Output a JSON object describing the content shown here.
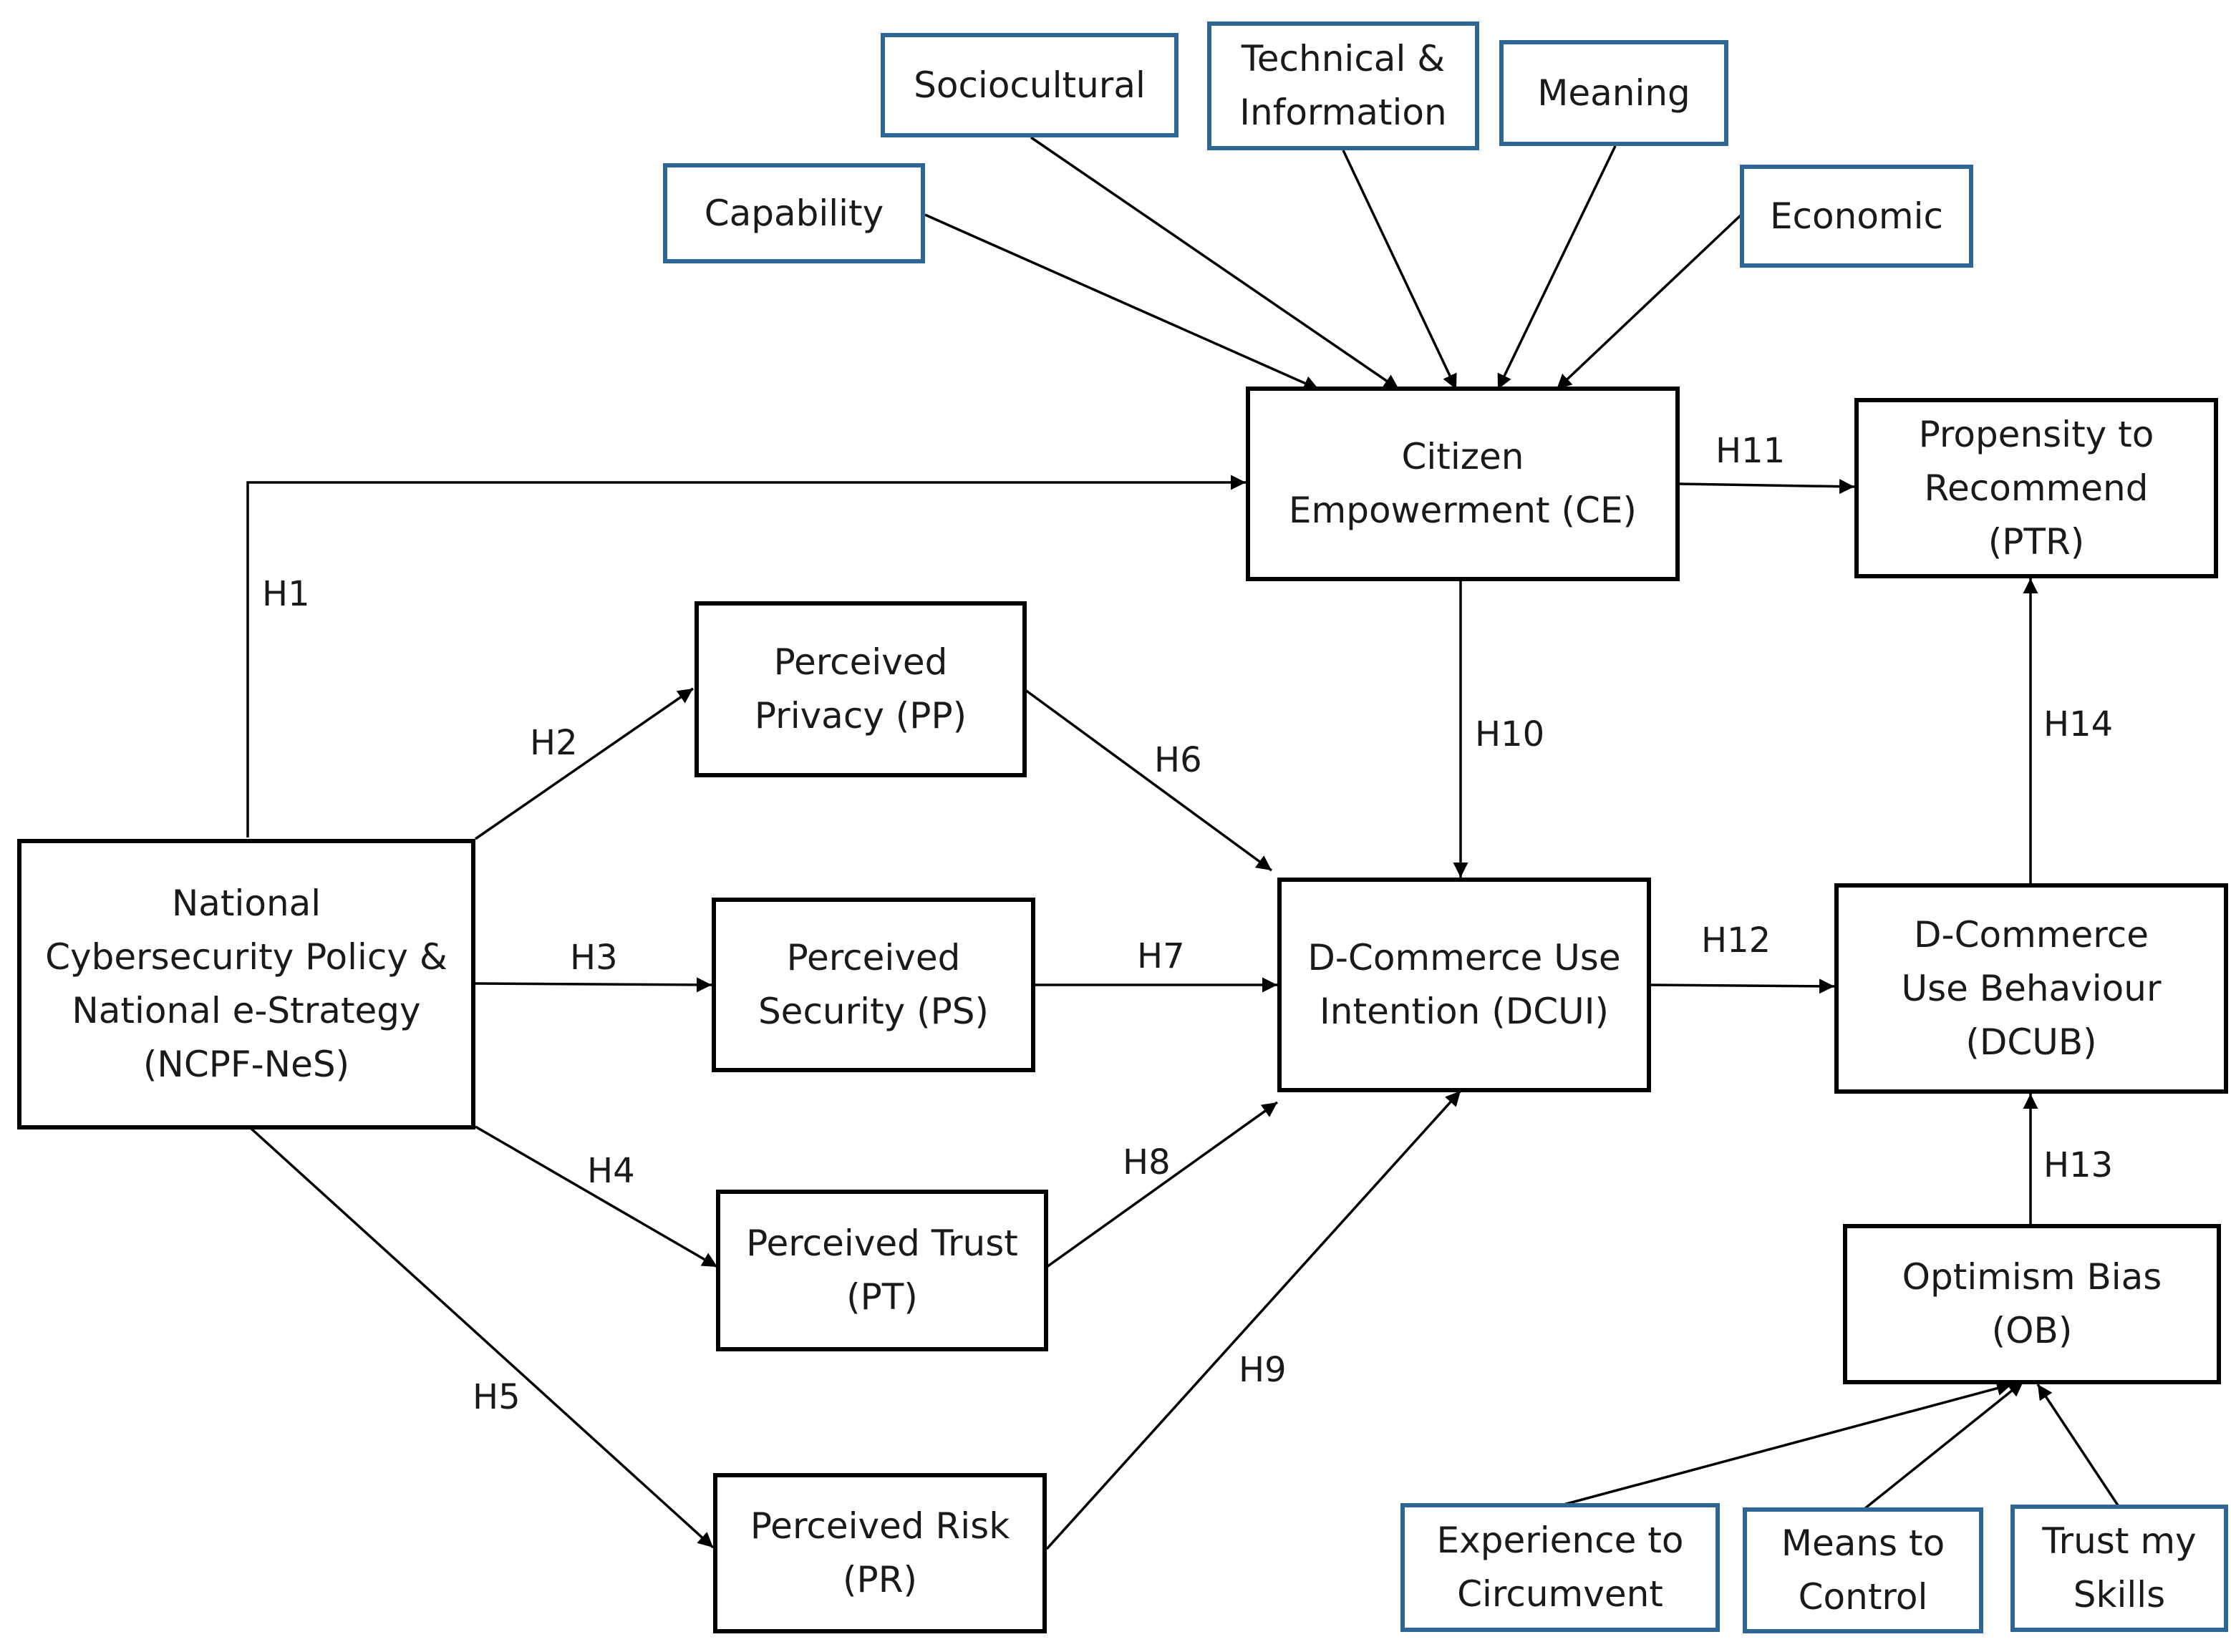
{
  "constructs": {
    "ncpf": [
      "National",
      "Cybersecurity Policy &",
      "National e-Strategy",
      "(NCPF-NeS)"
    ],
    "pp": [
      "Perceived",
      "Privacy (PP)"
    ],
    "ps": [
      "Perceived",
      "Security (PS)"
    ],
    "pt": [
      "Perceived Trust",
      "(PT)"
    ],
    "pr": [
      "Perceived Risk",
      "(PR)"
    ],
    "ce": [
      "Citizen",
      "Empowerment (CE)"
    ],
    "dcui": [
      "D-Commerce Use",
      "Intention (DCUI)"
    ],
    "dcub": [
      "D-Commerce",
      "Use Behaviour",
      "(DCUB)"
    ],
    "ptr": [
      "Propensity to",
      "Recommend",
      "(PTR)"
    ],
    "ob": [
      "Optimism Bias",
      "(OB)"
    ]
  },
  "ce_dimensions": {
    "capability": [
      "Capability"
    ],
    "sociocultural": [
      "Sociocultural"
    ],
    "technical": [
      "Technical &",
      "Information"
    ],
    "meaning": [
      "Meaning"
    ],
    "economic": [
      "Economic"
    ]
  },
  "ob_dimensions": {
    "experience": [
      "Experience to",
      "Circumvent"
    ],
    "means": [
      "Means to",
      "Control"
    ],
    "trust_skills": [
      "Trust my",
      "Skills"
    ]
  },
  "hypotheses": {
    "h1": "H1",
    "h2": "H2",
    "h3": "H3",
    "h4": "H4",
    "h5": "H5",
    "h6": "H6",
    "h7": "H7",
    "h8": "H8",
    "h9": "H9",
    "h10": "H10",
    "h11": "H11",
    "h12": "H12",
    "h13": "H13",
    "h14": "H14"
  },
  "colors": {
    "construct_border": "#000000",
    "dimension_border": "#2e6694",
    "arrow": "#000000"
  }
}
